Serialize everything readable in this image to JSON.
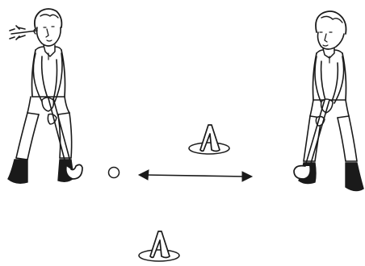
{
  "drill": {
    "players": [
      {
        "role": "passer",
        "facing": "right",
        "ponytail": true
      },
      {
        "role": "receiver",
        "facing": "left",
        "ponytail": false
      }
    ],
    "ball": {
      "count": 1
    },
    "pass_direction": "both-ways",
    "cones": {
      "count": 2
    },
    "colors": {
      "ink": "#1a1a1a",
      "paper": "#ffffff"
    }
  }
}
